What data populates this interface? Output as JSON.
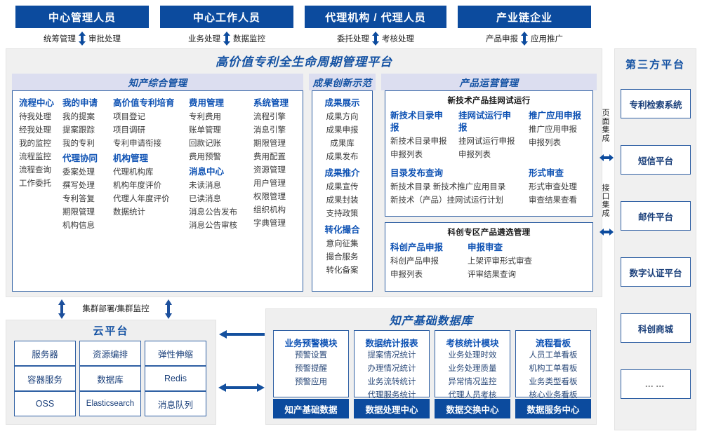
{
  "roles": [
    {
      "title": "中心管理人员",
      "left": "统筹管理",
      "right": "审批处理",
      "icon": "updown-arrow-icon"
    },
    {
      "title": "中心工作人员",
      "left": "业务处理",
      "right": "数据监控",
      "icon": "updown-arrow-icon"
    },
    {
      "title": "代理机构 / 代理人员",
      "left": "委托处理",
      "right": "考核处理",
      "icon": "updown-arrow-icon"
    },
    {
      "title": "产业链企业",
      "left": "产品申报",
      "right": "应用推广",
      "icon": "updown-arrow-icon"
    }
  ],
  "platform": {
    "title": "高价值专利全生命周期管理平台",
    "sections": [
      {
        "id": "ip-comprehensive",
        "header": "知产综合管理",
        "columns": [
          {
            "groups": [
              {
                "title": "流程中心",
                "items": [
                  "待我处理",
                  "经我处理",
                  "我的监控",
                  "流程监控",
                  "流程查询",
                  "工作委托"
                ]
              }
            ]
          },
          {
            "groups": [
              {
                "title": "我的申请",
                "items": [
                  "我的提案",
                  "提案跟踪",
                  "我的专利"
                ]
              },
              {
                "title": "代理协同",
                "items": [
                  "委案处理",
                  "撰写处理",
                  "专利答复",
                  "期限管理",
                  "机构信息"
                ]
              }
            ]
          },
          {
            "groups": [
              {
                "title": "高价值专利培育",
                "items": [
                  "项目登记",
                  "项目调研",
                  "专利申请衔接"
                ]
              },
              {
                "title": "机构管理",
                "items": [
                  "代理机构库",
                  "机构年度评价",
                  "代理人年度评价",
                  "数据统计"
                ]
              }
            ]
          },
          {
            "groups": [
              {
                "title": "费用管理",
                "items": [
                  "专利费用",
                  "账单管理",
                  "回款记账",
                  "费用预警"
                ]
              },
              {
                "title": "消息中心",
                "items": [
                  "未读消息",
                  "已读消息",
                  "消息公告发布",
                  "消息公告审核"
                ]
              }
            ]
          },
          {
            "groups": [
              {
                "title": "系统管理",
                "items": [
                  "流程引擎",
                  "消息引擎",
                  "期限管理",
                  "费用配置",
                  "资源管理",
                  "用户管理",
                  "权限管理",
                  "组织机构",
                  "字典管理"
                ]
              }
            ]
          }
        ]
      },
      {
        "id": "achievement-innovation",
        "header": "成果创新示范",
        "columns": [
          {
            "groups": [
              {
                "title": "成果展示",
                "items": [
                  "成果方向",
                  "成果申报",
                  "成果库",
                  "成果发布"
                ]
              },
              {
                "title": "成果推介",
                "items": [
                  "成果宣传",
                  "成果封装",
                  "支持政策"
                ]
              },
              {
                "title": "转化撮合",
                "items": [
                  "意向征集",
                  "撮合服务",
                  "转化备案"
                ]
              }
            ]
          }
        ]
      },
      {
        "id": "product-operation",
        "header": "产品运营管理",
        "subpanels": [
          {
            "title": "新技术产品挂网试运行",
            "rows": [
              {
                "groups": [
                  {
                    "title": "新技术目录申报",
                    "items": [
                      "新技术目录申报",
                      "申报列表"
                    ]
                  },
                  {
                    "title": "挂网试运行申报",
                    "items": [
                      "挂网试运行申报",
                      "申报列表"
                    ]
                  },
                  {
                    "title": "推广应用申报",
                    "items": [
                      "推广应用申报",
                      "申报列表"
                    ]
                  }
                ]
              },
              {
                "groups": [
                  {
                    "title": "目录发布查询",
                    "items": [
                      "新技术目录    新技术推广应用目录",
                      "新技术（产品）挂网试运行计划"
                    ]
                  },
                  {
                    "title": "形式审查",
                    "items": [
                      "形式审查处理",
                      "审查结果查看"
                    ]
                  }
                ]
              }
            ]
          },
          {
            "title": "科创专区产品遴选管理",
            "rows": [
              {
                "groups": [
                  {
                    "title": "科创产品申报",
                    "items": [
                      "科创产品申报",
                      "申报列表"
                    ]
                  },
                  {
                    "title": "申报审查",
                    "items": [
                      "上架评审形式审查",
                      "评审结果查询"
                    ]
                  }
                ]
              }
            ]
          }
        ]
      }
    ]
  },
  "integration": {
    "page_label": "页面集成",
    "api_label": "接口集成",
    "icon": "left-right-arrow-icon"
  },
  "third_party": {
    "title": "第三方平台",
    "items": [
      "专利检索系统",
      "短信平台",
      "邮件平台",
      "数字认证平台",
      "科创商城",
      "……"
    ]
  },
  "cloud": {
    "cluster_label": "集群部署/集群监控",
    "title": "云平台",
    "items": [
      "服务器",
      "资源编排",
      "弹性伸缩",
      "容器服务",
      "数据库",
      "Redis",
      "OSS",
      "Elasticsearch",
      "消息队列"
    ]
  },
  "database": {
    "title": "知产基础数据库",
    "columns": [
      {
        "title": "业务预警模块",
        "items": [
          "预警设置",
          "预警提醒",
          "预警应用"
        ],
        "footer": "知产基础数据"
      },
      {
        "title": "数据统计报表",
        "items": [
          "提案情况统计",
          "办理情况统计",
          "业务流转统计",
          "代理服务统计"
        ],
        "footer": "数据处理中心"
      },
      {
        "title": "考核统计模块",
        "items": [
          "业务处理时效",
          "业务处理质量",
          "异常情况监控",
          "代理人员考核"
        ],
        "footer": "数据交换中心"
      },
      {
        "title": "流程看板",
        "items": [
          "人员工单看板",
          "机构工单看板",
          "业务类型看板",
          "核心业务看板"
        ],
        "footer": "数据服务中心"
      }
    ]
  },
  "colors": {
    "brand_blue": "#0c4b9e",
    "accent_blue": "#0e52b4",
    "panel_gray": "#f0f0f0",
    "section_header": "#dcdef0",
    "border_blue": "#2e5fa3"
  }
}
